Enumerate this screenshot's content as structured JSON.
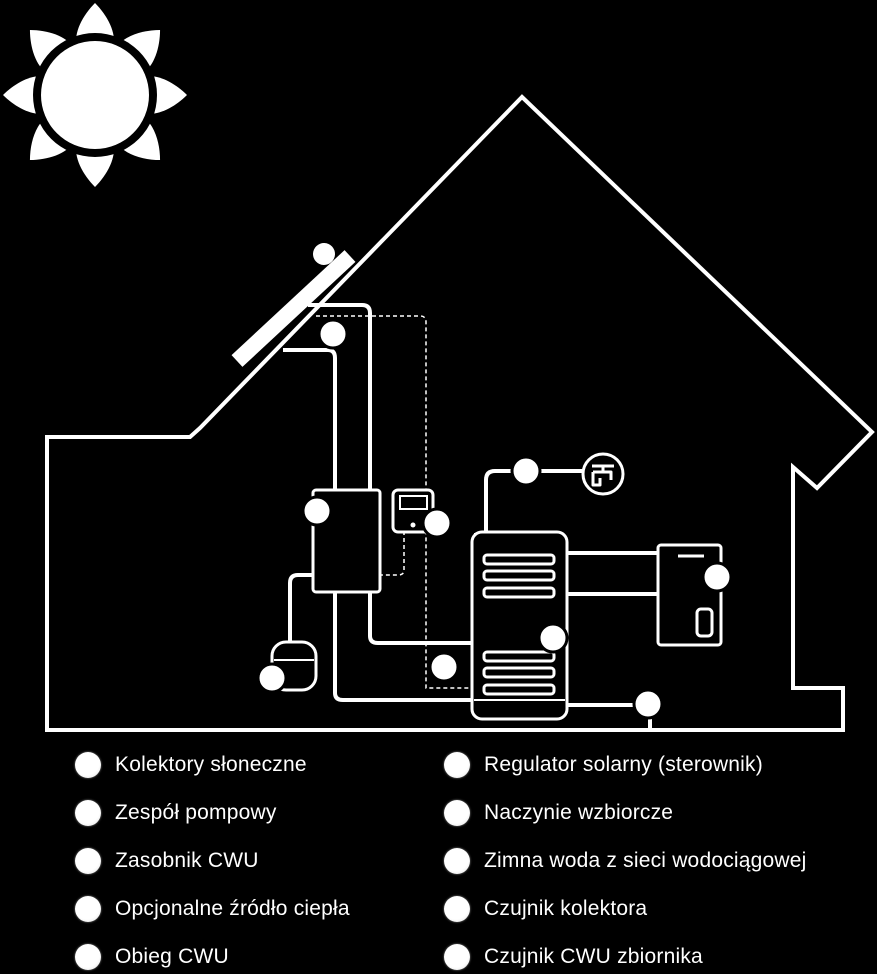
{
  "legend": {
    "left": [
      {
        "label": "Kolektory słoneczne"
      },
      {
        "label": "Zespół pompowy"
      },
      {
        "label": "Zasobnik CWU"
      },
      {
        "label": "Opcjonalne źródło ciepła"
      },
      {
        "label": "Obieg CWU"
      }
    ],
    "right": [
      {
        "label": "Regulator solarny (sterownik)"
      },
      {
        "label": "Naczynie wzbiorcze"
      },
      {
        "label": "Zimna woda z sieci wodociągowej"
      },
      {
        "label": "Czujnik kolektora"
      },
      {
        "label": "Czujnik CWU zbiornika"
      }
    ]
  },
  "colors": {
    "background": "#000000",
    "line": "#ffffff"
  }
}
